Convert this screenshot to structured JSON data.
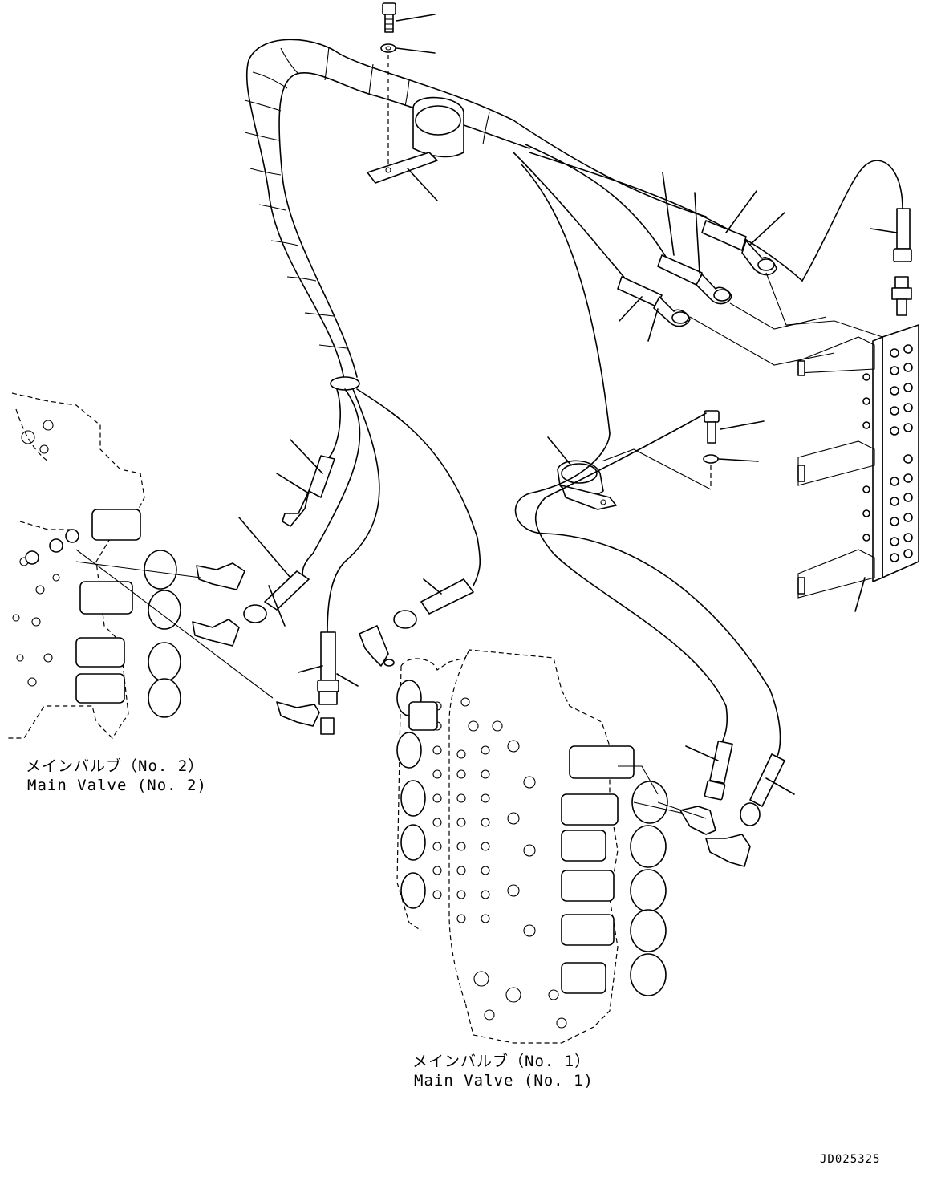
{
  "figure": {
    "doc_id": "JD025325"
  },
  "labels": {
    "valve_no2_jp": "メインバルブ（No. 2）",
    "valve_no2_en": "Main Valve (No. 2)",
    "valve_no1_jp": "メインバルブ（No. 1）",
    "valve_no1_en": "Main Valve (No. 1)"
  },
  "icons": {
    "bolt": "bolt-icon",
    "washer": "washer-icon",
    "clamp": "clamp-icon",
    "hose_fitting": "hose-fitting-icon",
    "elbow": "elbow-fitting-icon",
    "manifold": "manifold-block-icon",
    "valve": "main-valve-icon"
  }
}
